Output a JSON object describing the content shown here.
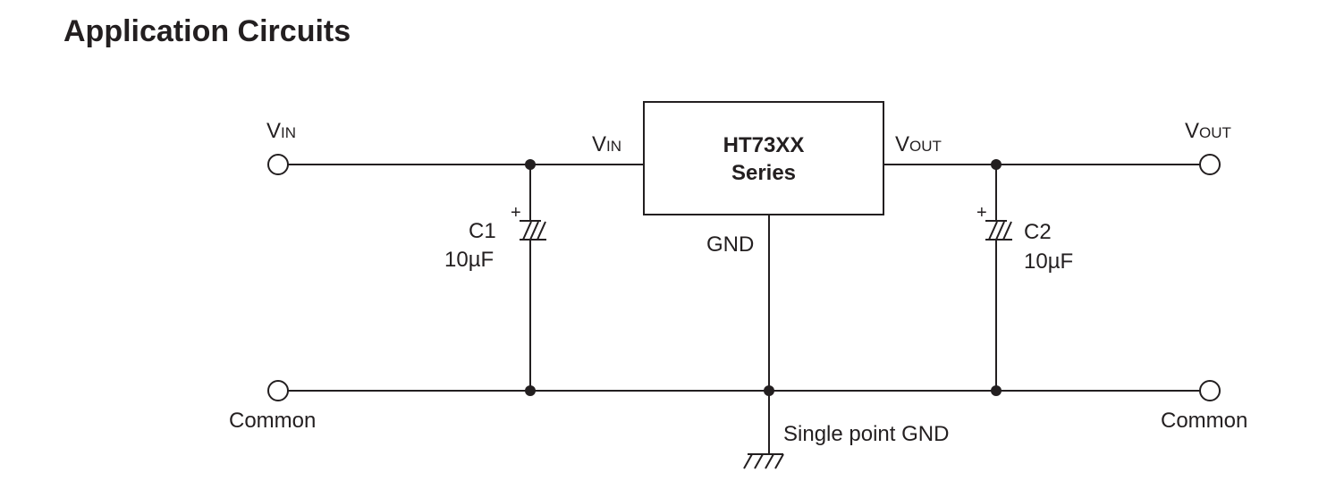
{
  "title": "Application Circuits",
  "ic": {
    "line1": "HT73XX",
    "line2": "Series"
  },
  "vin_terminal": {
    "main": "V",
    "sub": "IN"
  },
  "vin_pin": {
    "main": "V",
    "sub": "IN"
  },
  "vout_pin": {
    "main": "V",
    "sub": "OUT"
  },
  "vout_terminal": {
    "main": "V",
    "sub": "OUT"
  },
  "gnd_pin": "GND",
  "c1": {
    "name": "C1",
    "value": "10µF",
    "polarity": "+"
  },
  "c2": {
    "name": "C2",
    "value": "10µF",
    "polarity": "+"
  },
  "common_left": "Common",
  "common_right": "Common",
  "single_point_gnd": "Single point GND"
}
